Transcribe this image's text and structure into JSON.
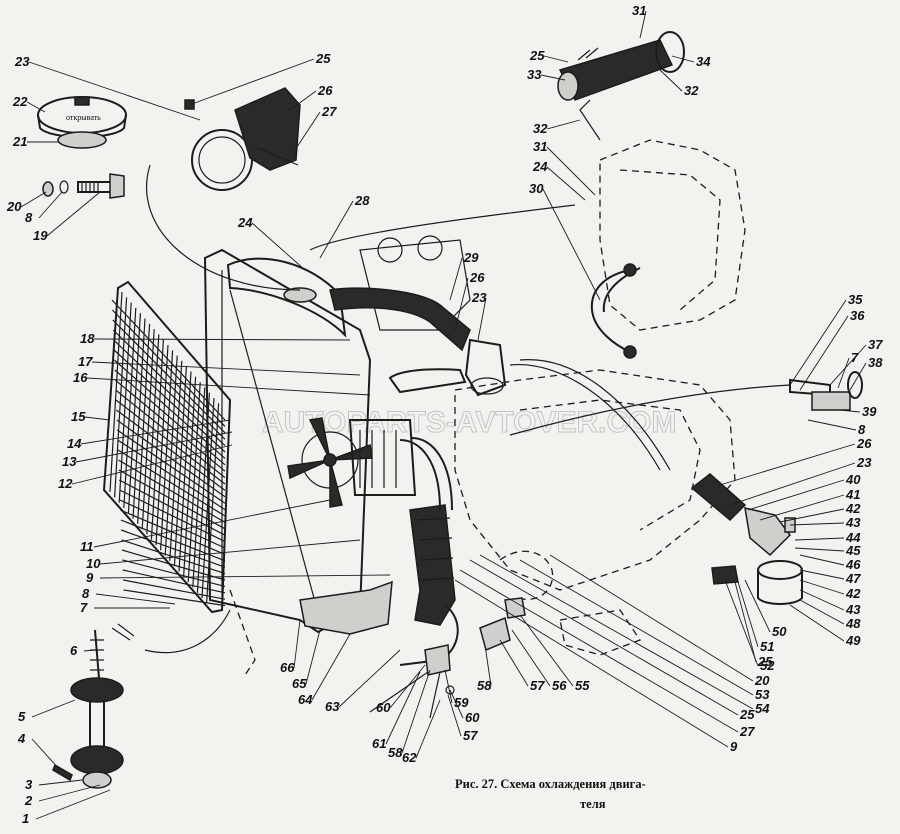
{
  "caption": {
    "line1": "Рис. 27. Схема охлаждения двига-",
    "line2": "теля"
  },
  "watermark": "AUTOPARTS-AVTOVER.COM",
  "cap_inscription": "открывать",
  "callouts": [
    {
      "id": "c31a",
      "text": "31"
    },
    {
      "id": "c25a",
      "text": "25"
    },
    {
      "id": "c33",
      "text": "33"
    },
    {
      "id": "c34",
      "text": "34"
    },
    {
      "id": "c32a",
      "text": "32"
    },
    {
      "id": "c32b",
      "text": "32"
    },
    {
      "id": "c31b",
      "text": "31"
    },
    {
      "id": "c24a",
      "text": "24"
    },
    {
      "id": "c30",
      "text": "30"
    },
    {
      "id": "c23a",
      "text": "23"
    },
    {
      "id": "c25b",
      "text": "25"
    },
    {
      "id": "c22",
      "text": "22"
    },
    {
      "id": "c26a",
      "text": "26"
    },
    {
      "id": "c27a",
      "text": "27"
    },
    {
      "id": "c21",
      "text": "21"
    },
    {
      "id": "c20a",
      "text": "20"
    },
    {
      "id": "c8a",
      "text": "8"
    },
    {
      "id": "c19",
      "text": "19"
    },
    {
      "id": "c24b",
      "text": "24"
    },
    {
      "id": "c28",
      "text": "28"
    },
    {
      "id": "c29",
      "text": "29"
    },
    {
      "id": "c26b",
      "text": "26"
    },
    {
      "id": "c23b",
      "text": "23"
    },
    {
      "id": "c35",
      "text": "35"
    },
    {
      "id": "c36",
      "text": "36"
    },
    {
      "id": "c37",
      "text": "37"
    },
    {
      "id": "c7a",
      "text": "7"
    },
    {
      "id": "c38",
      "text": "38"
    },
    {
      "id": "c39",
      "text": "39"
    },
    {
      "id": "c8b",
      "text": "8"
    },
    {
      "id": "c18",
      "text": "18"
    },
    {
      "id": "c17",
      "text": "17"
    },
    {
      "id": "c16",
      "text": "16"
    },
    {
      "id": "c15",
      "text": "15"
    },
    {
      "id": "c14",
      "text": "14"
    },
    {
      "id": "c13",
      "text": "13"
    },
    {
      "id": "c12",
      "text": "12"
    },
    {
      "id": "c26c",
      "text": "26"
    },
    {
      "id": "c23c",
      "text": "23"
    },
    {
      "id": "c40",
      "text": "40"
    },
    {
      "id": "c41",
      "text": "41"
    },
    {
      "id": "c42a",
      "text": "42"
    },
    {
      "id": "c43a",
      "text": "43"
    },
    {
      "id": "c44",
      "text": "44"
    },
    {
      "id": "c45",
      "text": "45"
    },
    {
      "id": "c46",
      "text": "46"
    },
    {
      "id": "c47",
      "text": "47"
    },
    {
      "id": "c42b",
      "text": "42"
    },
    {
      "id": "c43b",
      "text": "43"
    },
    {
      "id": "c48",
      "text": "48"
    },
    {
      "id": "c49",
      "text": "49"
    },
    {
      "id": "c11",
      "text": "11"
    },
    {
      "id": "c10",
      "text": "10"
    },
    {
      "id": "c9a",
      "text": "9"
    },
    {
      "id": "c8c",
      "text": "8"
    },
    {
      "id": "c7b",
      "text": "7"
    },
    {
      "id": "c50",
      "text": "50"
    },
    {
      "id": "c51",
      "text": "51"
    },
    {
      "id": "c25c",
      "text": "25"
    },
    {
      "id": "c52",
      "text": "52"
    },
    {
      "id": "c20b",
      "text": "20"
    },
    {
      "id": "c53",
      "text": "53"
    },
    {
      "id": "c54",
      "text": "54"
    },
    {
      "id": "c25d",
      "text": "25"
    },
    {
      "id": "c27b",
      "text": "27"
    },
    {
      "id": "c9b",
      "text": "9"
    },
    {
      "id": "c6",
      "text": "6"
    },
    {
      "id": "c66",
      "text": "66"
    },
    {
      "id": "c65",
      "text": "65"
    },
    {
      "id": "c64",
      "text": "64"
    },
    {
      "id": "c63",
      "text": "63"
    },
    {
      "id": "c58a",
      "text": "58"
    },
    {
      "id": "c57a",
      "text": "57"
    },
    {
      "id": "c56",
      "text": "56"
    },
    {
      "id": "c55",
      "text": "55"
    },
    {
      "id": "c59",
      "text": "59"
    },
    {
      "id": "c60a",
      "text": "60"
    },
    {
      "id": "c60b",
      "text": "60"
    },
    {
      "id": "c57b",
      "text": "57"
    },
    {
      "id": "c61",
      "text": "61"
    },
    {
      "id": "c58b",
      "text": "58"
    },
    {
      "id": "c62",
      "text": "62"
    },
    {
      "id": "c5",
      "text": "5"
    },
    {
      "id": "c4",
      "text": "4"
    },
    {
      "id": "c3",
      "text": "3"
    },
    {
      "id": "c2",
      "text": "2"
    },
    {
      "id": "c1",
      "text": "1"
    }
  ]
}
